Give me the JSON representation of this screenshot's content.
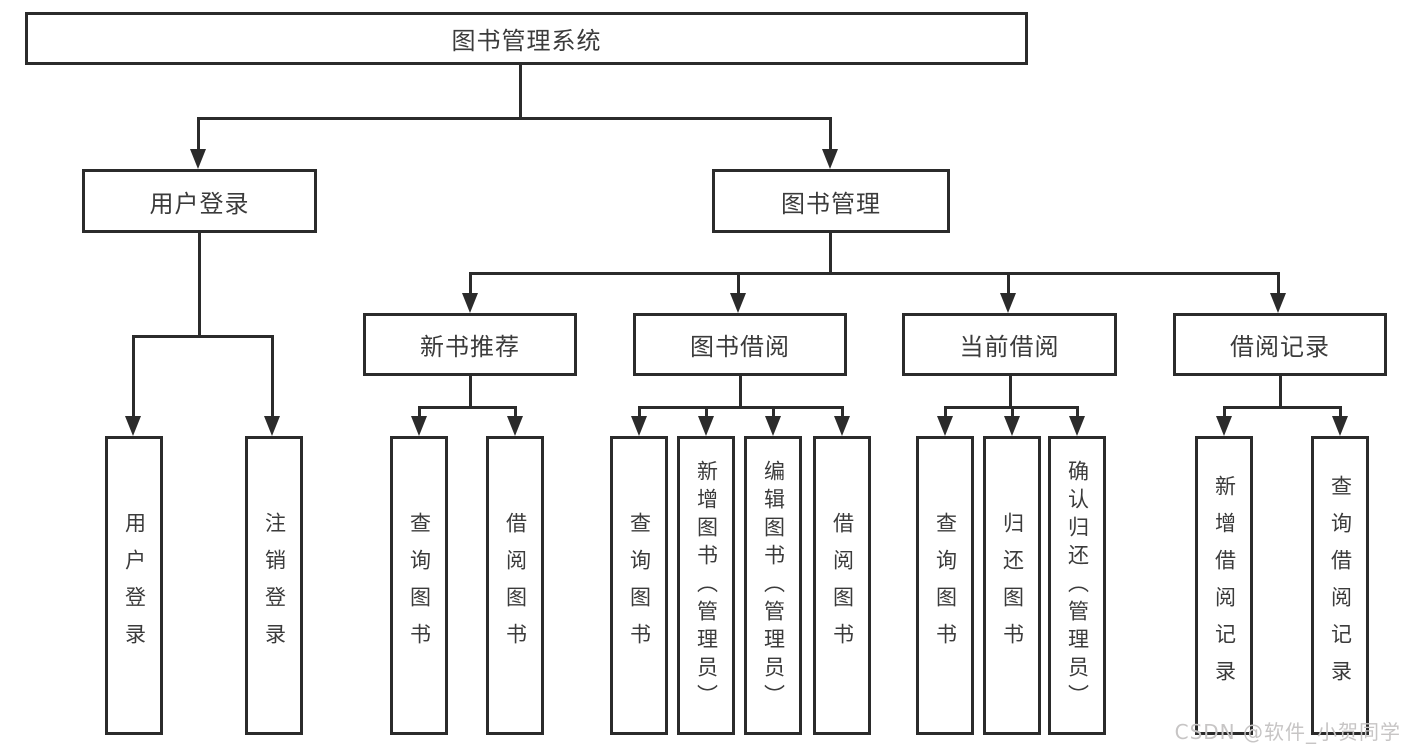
{
  "diagram": {
    "root": "图书管理系统",
    "branches": [
      {
        "label": "用户登录",
        "children": [
          "用户登录",
          "注销登录"
        ]
      },
      {
        "label": "图书管理",
        "sections": [
          {
            "label": "新书推荐",
            "children": [
              "查询图书",
              "借阅图书"
            ]
          },
          {
            "label": "图书借阅",
            "children": [
              "查询图书",
              "新增图书（管理员）",
              "编辑图书（管理员）",
              "借阅图书"
            ]
          },
          {
            "label": "当前借阅",
            "children": [
              "查询图书",
              "归还图书",
              "确认归还（管理员）"
            ]
          },
          {
            "label": "借阅记录",
            "children": [
              "新增借阅记录",
              "查询借阅记录"
            ]
          }
        ]
      }
    ]
  },
  "watermark": "CSDN @软件_小贺同学",
  "colors": {
    "line": "#2b2b2b",
    "text": "#3b3b3b",
    "watermark": "#c7c5c5",
    "background": "#ffffff"
  }
}
